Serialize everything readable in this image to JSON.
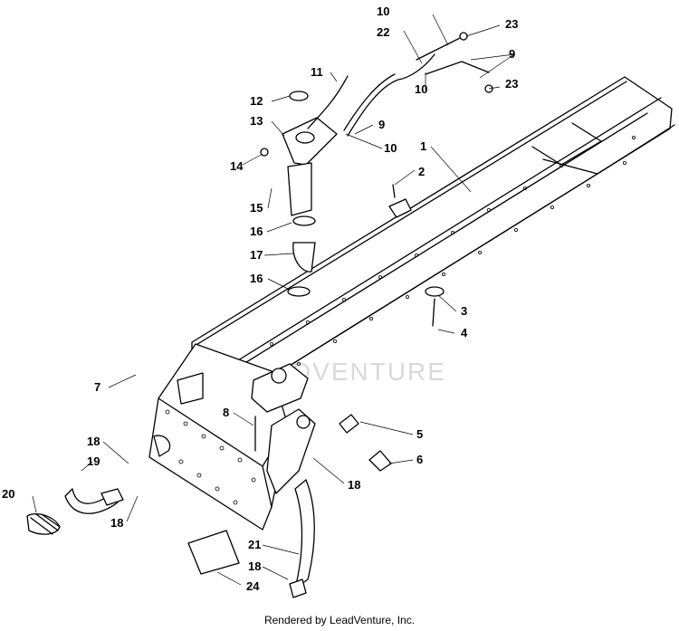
{
  "watermark": "LEADVENTURE",
  "footer": "Rendered by LeadVenture, Inc.",
  "callouts": {
    "c1": "1",
    "c2": "2",
    "c3": "3",
    "c4": "4",
    "c5": "5",
    "c6": "6",
    "c7": "7",
    "c8": "8",
    "c9a": "9",
    "c9b": "9",
    "c10a": "10",
    "c10b": "10",
    "c10c": "10",
    "c11": "11",
    "c12": "12",
    "c13": "13",
    "c14": "14",
    "c15": "15",
    "c16a": "16",
    "c16b": "16",
    "c17": "17",
    "c18a": "18",
    "c18b": "18",
    "c18c": "18",
    "c18d": "18",
    "c19": "19",
    "c20": "20",
    "c21": "21",
    "c22": "22",
    "c23a": "23",
    "c23b": "23",
    "c24": "24"
  }
}
